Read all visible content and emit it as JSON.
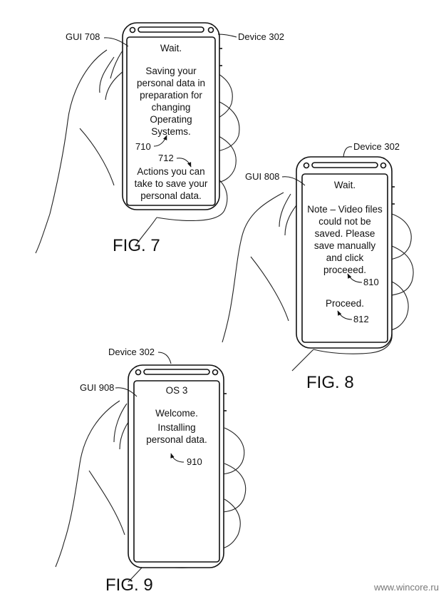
{
  "figures": [
    {
      "caption": "FIG. 7",
      "device_label": "Device 302",
      "gui_label": "GUI 708",
      "screen_lines": [
        "Wait.",
        "",
        "Saving your",
        "personal data in",
        "preparation for",
        "changing",
        "Operating",
        "Systems."
      ],
      "ref_a": "710",
      "ref_b": "712",
      "action_lines": [
        "Actions you can",
        "take to save your",
        "personal data."
      ]
    },
    {
      "caption": "FIG. 8",
      "device_label": "Device 302",
      "gui_label": "GUI 808",
      "screen_lines": [
        "Wait.",
        "",
        "Note – Video files",
        "could not be",
        "saved.  Please",
        "save manually",
        "and click",
        "proceeed."
      ],
      "ref_a": "810",
      "proceed": "Proceed.",
      "ref_b": "812"
    },
    {
      "caption": "FIG. 9",
      "device_label": "Device 302",
      "gui_label": "GUI 908",
      "screen_lines": [
        "OS 3",
        "",
        "Welcome.",
        "Installing",
        "personal data."
      ],
      "ref_a": "910"
    }
  ],
  "watermark": "www.wincore.ru"
}
